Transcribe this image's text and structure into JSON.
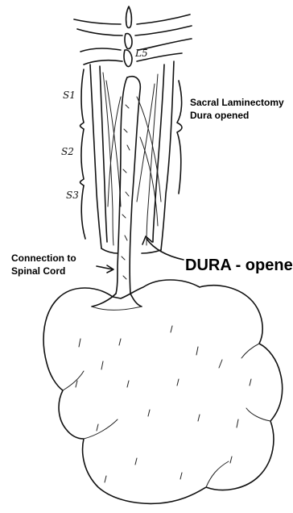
{
  "levels": {
    "l5": "L5",
    "s1": "S1",
    "s2": "S2",
    "s3": "S3"
  },
  "labels": {
    "sacral_line1": "Sacral Laminectomy",
    "sacral_line2": "Dura opened",
    "connection_line1": "Connection to",
    "connection_line2": "Spinal Cord",
    "dura_opened": "DURA - opened"
  }
}
